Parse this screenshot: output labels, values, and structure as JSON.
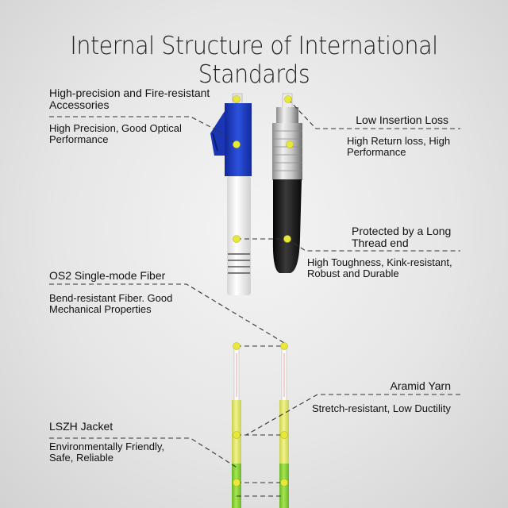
{
  "title": "Internal Structure of International Standards",
  "callouts": {
    "accessories": {
      "heading_line1": "High-precision and Fire-resistant",
      "heading_line2": "Accessories",
      "desc_line1": "High Precision, Good Optical",
      "desc_line2": "Performance"
    },
    "insertion_loss": {
      "heading": "Low Insertion Loss",
      "desc_line1": "High Return loss, High",
      "desc_line2": "Performance"
    },
    "thread_end": {
      "heading_line1": "Protected by a Long",
      "heading_line2": "Thread end",
      "desc_line1": "High Toughness, Kink-resistant,",
      "desc_line2": "Robust and Durable"
    },
    "fiber": {
      "heading": "OS2 Single-mode Fiber",
      "desc_line1": "Bend-resistant Fiber. Good",
      "desc_line2": "Mechanical Properties"
    },
    "aramid": {
      "heading": "Aramid Yarn",
      "desc": "Stretch-resistant, Low Ductility"
    },
    "jacket": {
      "heading": "LSZH Jacket",
      "desc_line1": "Environmentally Friendly,",
      "desc_line2": "Safe, Reliable"
    }
  },
  "colors": {
    "lc_connector": "#1d3fc0",
    "dot": "#e8e83a",
    "jacket_green": "#8ed33a",
    "jacket_yellow": "#dfe66a",
    "fc_boot": "#161616",
    "lc_boot": "#f4f4f4"
  }
}
